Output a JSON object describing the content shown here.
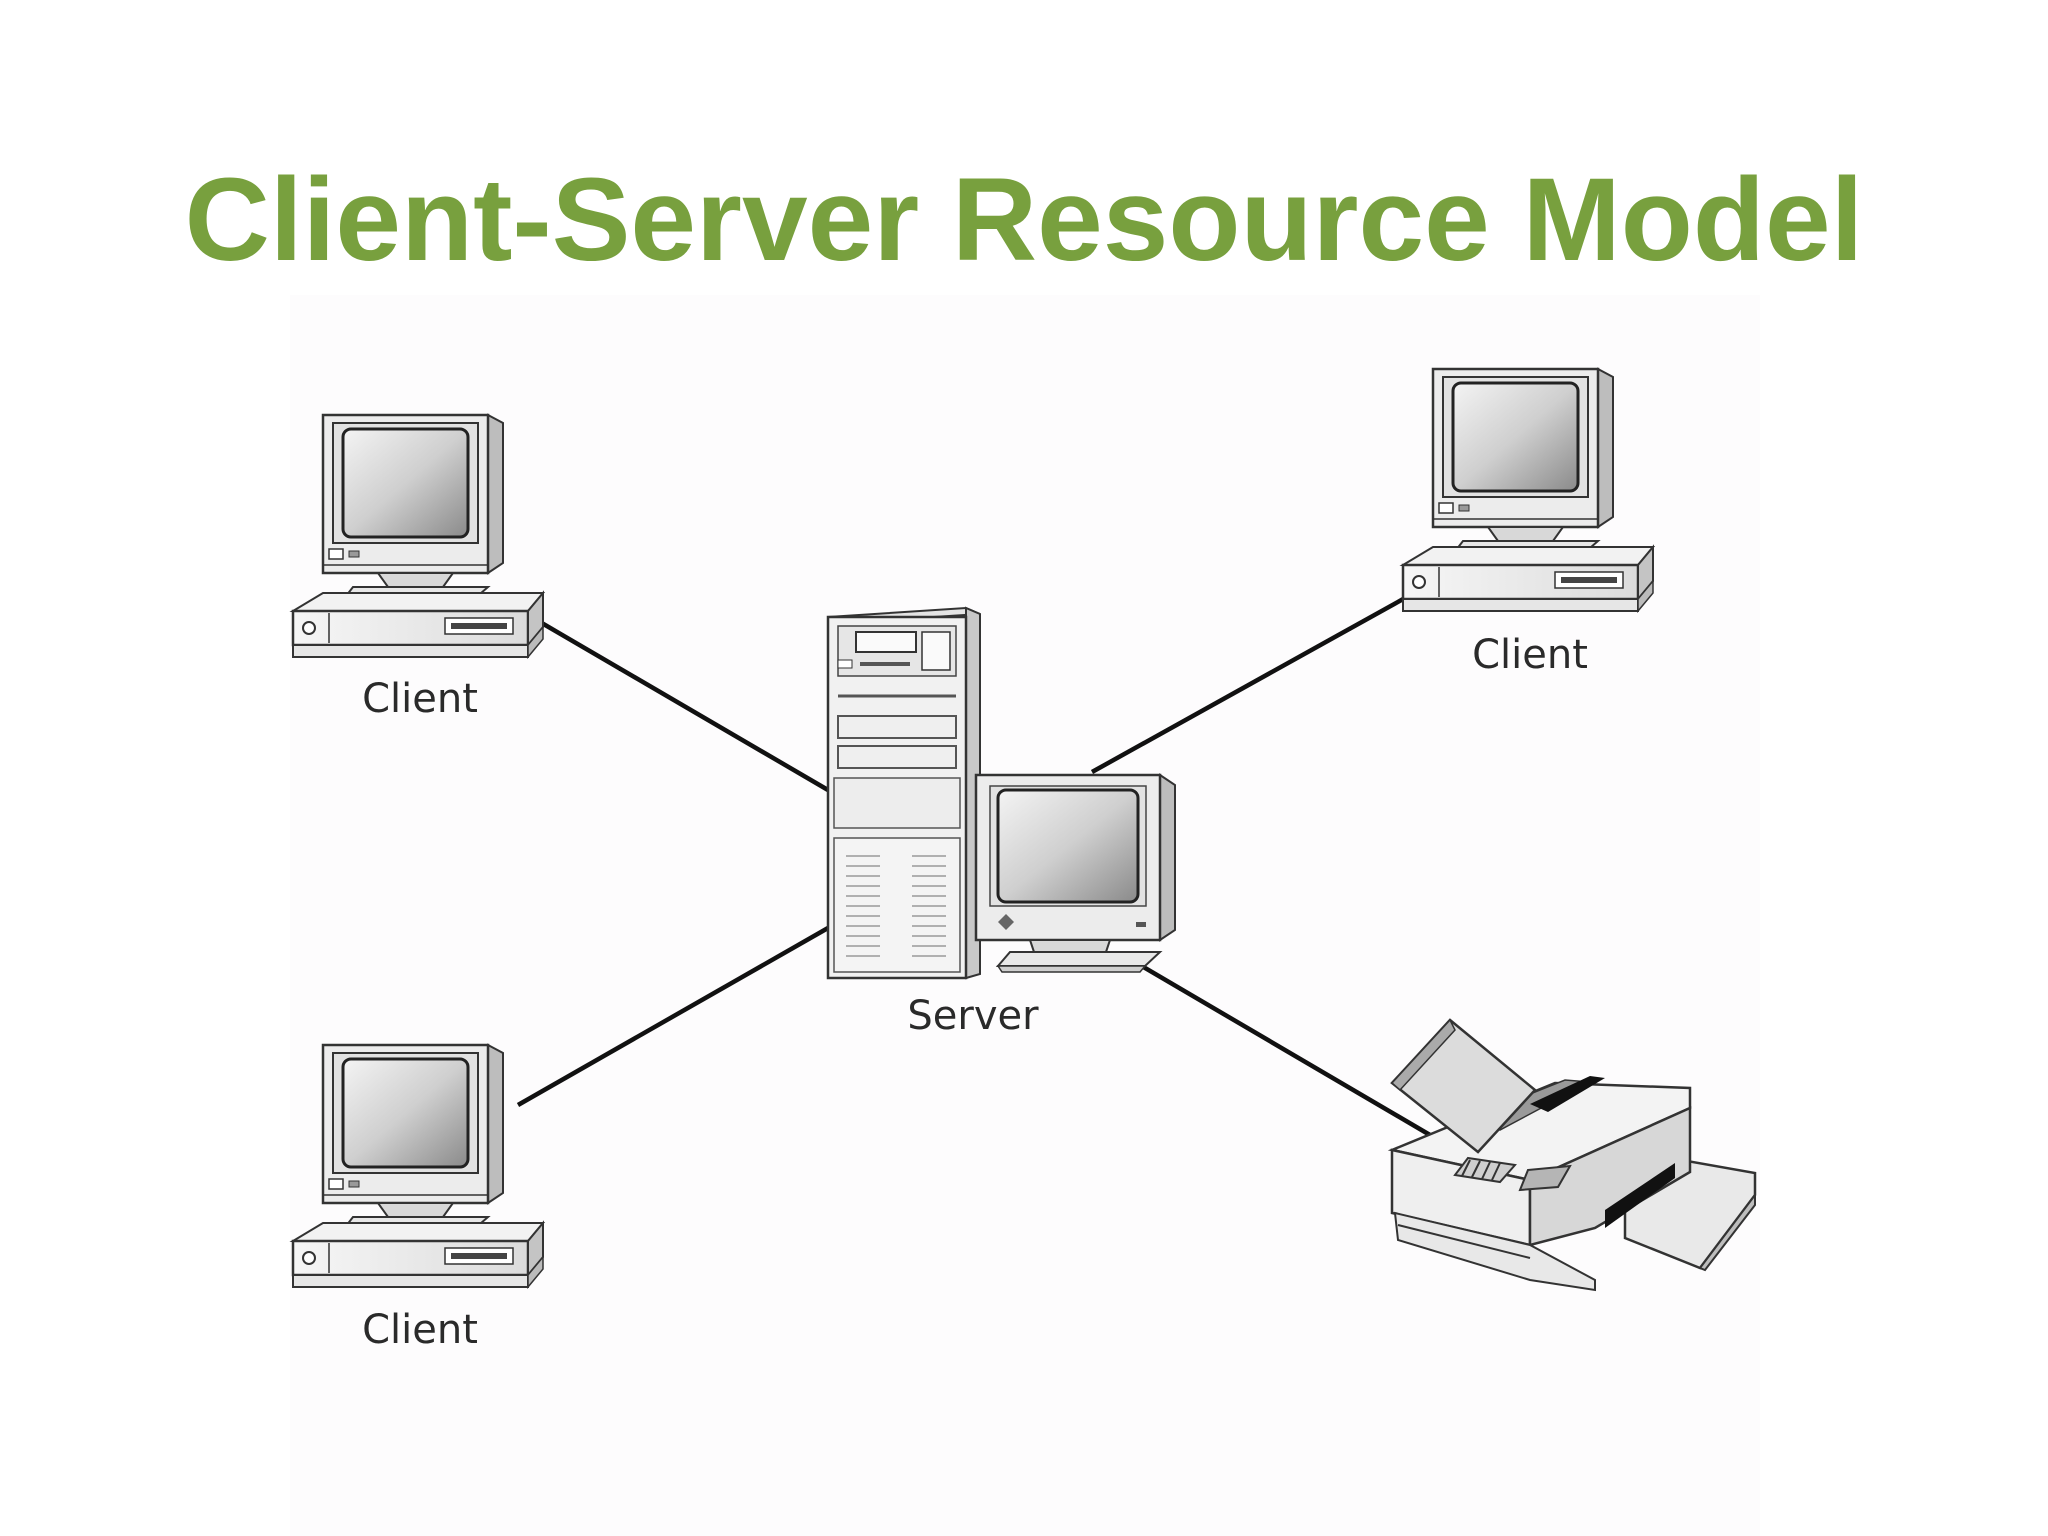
{
  "title": "Client-Server Resource Model",
  "nodes": {
    "client_top_left": {
      "label": "Client",
      "icon": "desktop-computer-icon"
    },
    "client_top_right": {
      "label": "Client",
      "icon": "desktop-computer-icon"
    },
    "client_bottom_left": {
      "label": "Client",
      "icon": "desktop-computer-icon"
    },
    "server": {
      "label": "Server",
      "icon": "tower-server-icon"
    },
    "printer": {
      "label": "",
      "icon": "printer-icon"
    }
  },
  "connections": [
    {
      "from": "client_top_left",
      "to": "server"
    },
    {
      "from": "client_bottom_left",
      "to": "server"
    },
    {
      "from": "client_top_right",
      "to": "server"
    },
    {
      "from": "server",
      "to": "printer"
    }
  ],
  "colors": {
    "title": "#78a03e",
    "line": "#111111",
    "label": "#2a2a2a"
  }
}
